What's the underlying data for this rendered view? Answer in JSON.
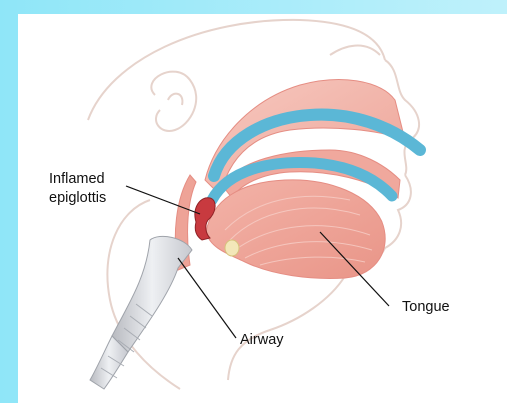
{
  "labels": {
    "inflamed_line1": "Inflamed",
    "inflamed_line2": "epiglottis",
    "tongue": "Tongue",
    "airway": "Airway"
  },
  "colors": {
    "background": "#8fe6f8",
    "panel": "#ffffff",
    "outline": "#e3cfc8",
    "tissue": "#f2b8ae",
    "tissue_dark": "#e58d83",
    "airway_blue": "#5bb7d6",
    "trachea": "#c9cbd0",
    "inflamed": "#c83a3f"
  }
}
